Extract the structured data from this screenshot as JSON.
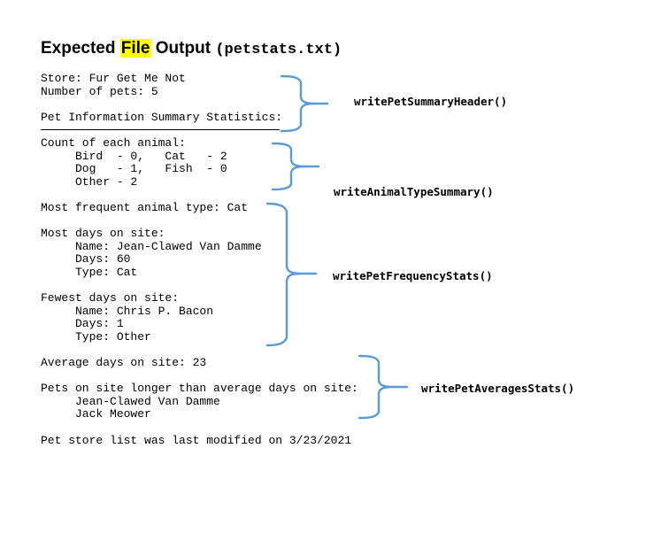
{
  "title": {
    "part1": "Expected ",
    "highlight": "File",
    "part2": " Output ",
    "filename": "(petstats.txt)"
  },
  "file_output": {
    "lines": [
      "Store: Fur Get Me Not",
      "Number of pets: 5",
      "",
      "Pet Information Summary Statistics:",
      "__RULE__",
      "Count of each animal:",
      "     Bird  - 0,   Cat   - 2",
      "     Dog   - 1,   Fish  - 0",
      "     Other - 2",
      "",
      "Most frequent animal type: Cat",
      "",
      "Most days on site:",
      "     Name: Jean-Clawed Van Damme",
      "     Days: 60",
      "     Type: Cat",
      "",
      "Fewest days on site:",
      "     Name: Chris P. Bacon",
      "     Days: 1",
      "     Type: Other",
      "",
      "Average days on site: 23",
      "",
      "Pets on site longer than average days on site:",
      "     Jean-Clawed Van Damme",
      "     Jack Meower",
      "",
      "Pet store list was last modified on 3/23/2021"
    ]
  },
  "annotations": [
    {
      "label": "writePetSummaryHeader()"
    },
    {
      "label": "writeAnimalTypeSummary()"
    },
    {
      "label": "writePetFrequencyStats()"
    },
    {
      "label": "writePetAveragesStats()"
    }
  ],
  "colors": {
    "brace": "#5B9BD5",
    "highlight": "#FFFF00",
    "text": "#000000",
    "background": "#FFFFFF"
  }
}
